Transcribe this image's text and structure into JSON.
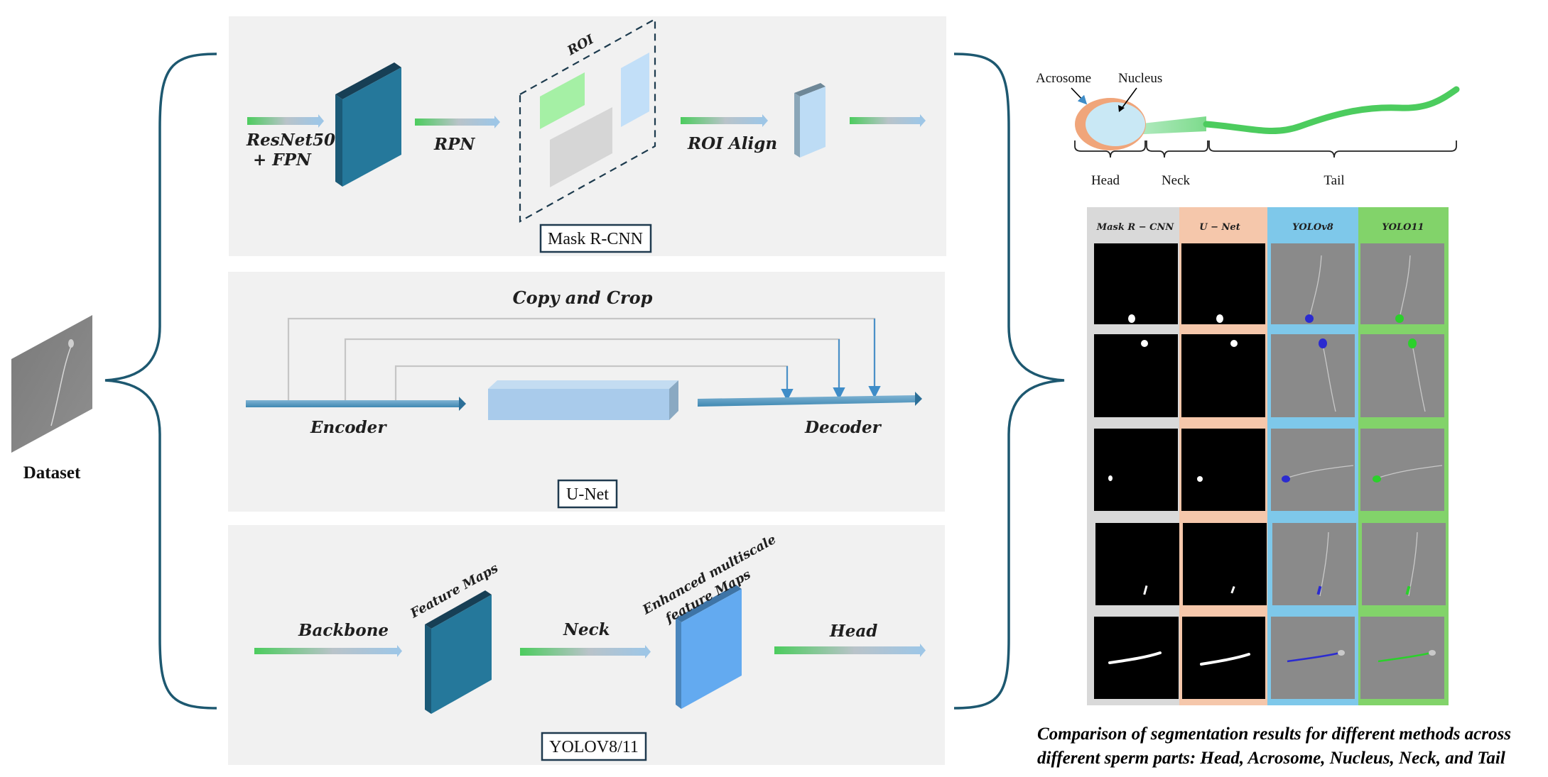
{
  "dataset": {
    "label": "Dataset"
  },
  "mask_rcnn": {
    "title": "Mask R-CNN",
    "backbone_label_line1": "ResNet50",
    "backbone_label_line2": "+ FPN",
    "rpn_label": "RPN",
    "roi_label": "ROI",
    "roi_align_label": "ROI Align"
  },
  "unet": {
    "title": "U-Net",
    "copy_crop_label": "Copy and Crop",
    "encoder_label": "Encoder",
    "decoder_label": "Decoder"
  },
  "yolo": {
    "title": "YOLOV8/11",
    "backbone_label": "Backbone",
    "feature_maps_label": "Feature Maps",
    "neck_label": "Neck",
    "enhanced_line1": "Enhanced multiscale",
    "enhanced_line2": "feature Maps",
    "head_label": "Head"
  },
  "sperm_diagram": {
    "acrosome": "Acrosome",
    "nucleus": "Nucleus",
    "head": "Head",
    "neck": "Neck",
    "tail": "Tail"
  },
  "results_grid": {
    "columns": [
      {
        "label": "Mask R − CNN",
        "color": "#d9d9d9"
      },
      {
        "label": "U − Net",
        "color": "#f5c7ab"
      },
      {
        "label": "YOLOv8",
        "color": "#7ec8ea"
      },
      {
        "label": "YOLO11",
        "color": "#82d36a"
      }
    ]
  },
  "caption": "Comparison of segmentation results for different methods across different sperm parts: Head, Acrosome, Nucleus, Neck, and Tail",
  "colors": {
    "panel_bg": "#f1f1f1",
    "dark_teal": "#21708f",
    "brace": "#1d5870",
    "arrow_green": "#55cc66",
    "arrow_blue": "#9ec6e6"
  }
}
